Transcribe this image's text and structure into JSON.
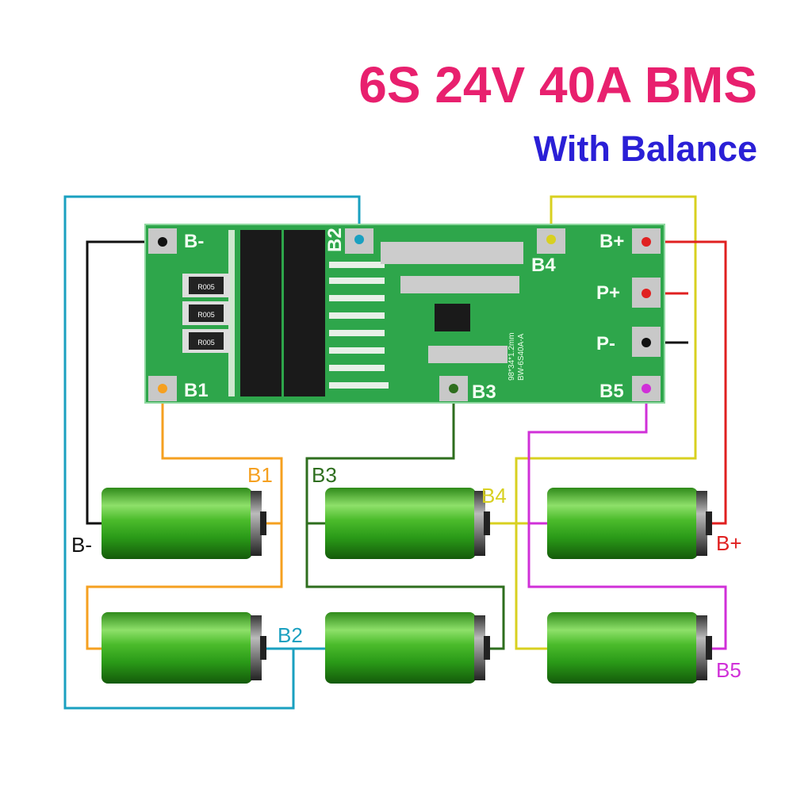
{
  "title": "6S 24V 40A BMS",
  "subtitle": "With Balance",
  "colors": {
    "title": "#e8206e",
    "subtitle": "#2a1fd6",
    "pcb": "#2ea64b",
    "b_minus": "#111111",
    "b1": "#f5a020",
    "b2": "#1aa0c0",
    "b3": "#2e6e1e",
    "b4": "#d8d020",
    "b5": "#d030d8",
    "b_plus": "#e02020"
  },
  "pcb": {
    "pads": {
      "b_minus": "B-",
      "b1": "B1",
      "b2": "B2",
      "b3": "B3",
      "b4": "B4",
      "b5": "B5",
      "b_plus": "B+",
      "p_plus": "P+",
      "p_minus": "P-"
    },
    "resistors": [
      "R005",
      "R005",
      "R005"
    ],
    "size_text": "98*34*1.2mm",
    "model": "BW-6S40A-A"
  },
  "wire_labels": {
    "b_minus": "B-",
    "b1": "B1",
    "b2": "B2",
    "b3": "B3",
    "b4": "B4",
    "b5": "B5",
    "b_plus": "B+"
  }
}
